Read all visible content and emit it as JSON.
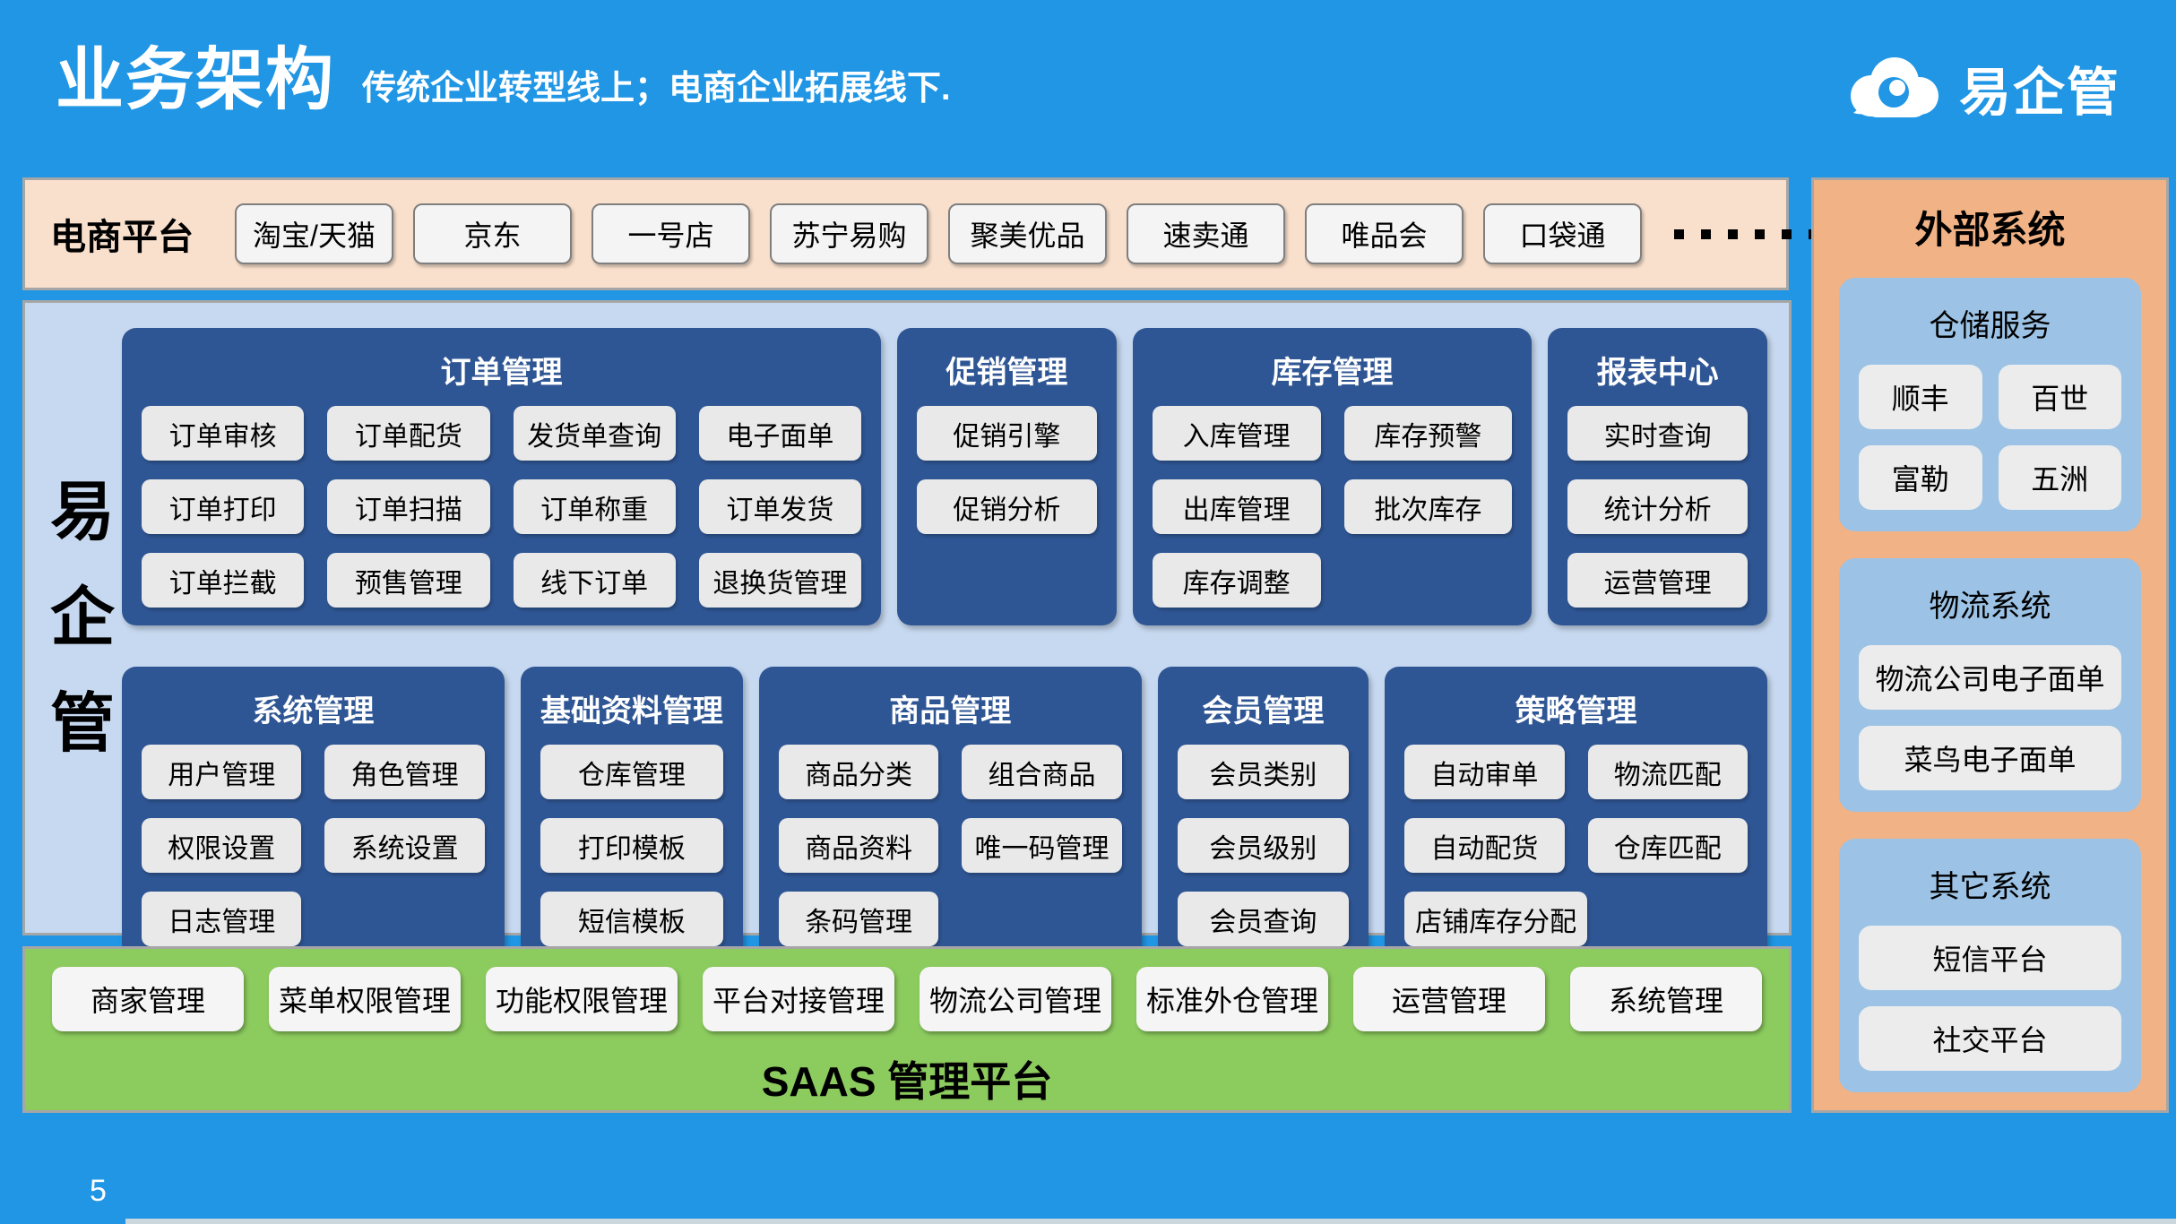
{
  "page": {
    "title": "业务架构",
    "subtitle": "传统企业转型线上；电商企业拓展线下.",
    "logo_text": "易企管",
    "page_number": "5"
  },
  "colors": {
    "page_bg": "#2096e5",
    "strip_peach": "#f9e0cd",
    "sidebar_orange": "#f1b285",
    "main_light_blue": "#c7d9f0",
    "panel_dark_blue": "#2f5694",
    "sub_panel_blue": "#9cc3e5",
    "saas_green": "#8ccb5e",
    "button_gray": "#e9e9e9"
  },
  "ecommerce_strip": {
    "label": "电商平台",
    "platforms": [
      "淘宝/天猫",
      "京东",
      "一号店",
      "苏宁易购",
      "聚美优品",
      "速卖通",
      "唯品会",
      "口袋通"
    ],
    "ellipsis_dots": 6
  },
  "main": {
    "vertical_label": [
      "易",
      "企",
      "管"
    ],
    "panel_rows": [
      [
        {
          "title": "订单管理",
          "columns": 4,
          "items": [
            "订单审核",
            "订单配货",
            "发货单查询",
            "电子面单",
            "订单打印",
            "订单扫描",
            "订单称重",
            "订单发货",
            "订单拦截",
            "预售管理",
            "线下订单",
            "退换货管理"
          ]
        },
        {
          "title": "促销管理",
          "columns": 1,
          "items": [
            "促销引擎",
            "促销分析"
          ]
        },
        {
          "title": "库存管理",
          "columns": 2,
          "items": [
            "入库管理",
            "库存预警",
            "出库管理",
            "批次库存",
            "库存调整"
          ]
        },
        {
          "title": "报表中心",
          "columns": 1,
          "items": [
            "实时查询",
            "统计分析",
            "运营管理"
          ]
        }
      ],
      [
        {
          "title": "系统管理",
          "columns": 2,
          "items": [
            "用户管理",
            "角色管理",
            "权限设置",
            "系统设置",
            "日志管理"
          ]
        },
        {
          "title": "基础资料管理",
          "columns": 1,
          "items": [
            "仓库管理",
            "打印模板",
            "短信模板"
          ]
        },
        {
          "title": "商品管理",
          "columns": 2,
          "items": [
            "商品分类",
            "组合商品",
            "商品资料",
            "唯一码管理",
            "条码管理"
          ]
        },
        {
          "title": "会员管理",
          "columns": 1,
          "items": [
            "会员类别",
            "会员级别",
            "会员查询"
          ]
        },
        {
          "title": "策略管理",
          "columns": 2,
          "items": [
            "自动审单",
            "物流匹配",
            "自动配货",
            "仓库匹配",
            "店铺库存分配"
          ]
        }
      ]
    ]
  },
  "saas_strip": {
    "title": "SAAS 管理平台",
    "items": [
      "商家管理",
      "菜单权限管理",
      "功能权限管理",
      "平台对接管理",
      "物流公司管理",
      "标准外仓管理",
      "运营管理",
      "系统管理"
    ]
  },
  "external_systems": {
    "title": "外部系统",
    "groups": [
      {
        "title": "仓储服务",
        "columns": 2,
        "items": [
          "顺丰",
          "百世",
          "富勒",
          "五洲"
        ]
      },
      {
        "title": "物流系统",
        "columns": 1,
        "items": [
          "物流公司电子面单",
          "菜鸟电子面单"
        ]
      },
      {
        "title": "其它系统",
        "columns": 1,
        "items": [
          "短信平台",
          "社交平台"
        ]
      }
    ]
  }
}
